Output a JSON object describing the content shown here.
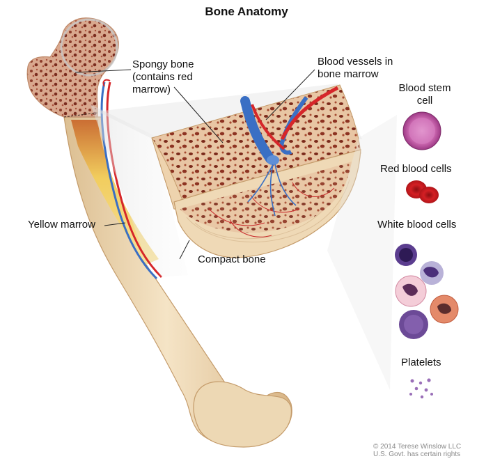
{
  "title": "Bone Anatomy",
  "labels": {
    "spongy_bone": [
      "Spongy bone",
      "(contains red",
      "marrow)"
    ],
    "blood_vessels": [
      "Blood vessels in",
      "bone marrow"
    ],
    "blood_stem_cell": [
      "Blood stem",
      "cell"
    ],
    "red_blood_cells": "Red blood cells",
    "white_blood_cells": "White blood cells",
    "platelets": "Platelets",
    "yellow_marrow": "Yellow marrow",
    "compact_bone": "Compact bone"
  },
  "credit": [
    "© 2014 Terese Winslow LLC",
    "U.S. Govt. has certain rights"
  ],
  "colors": {
    "bone": "#f0dcbc",
    "bone_shadow": "#d9b88a",
    "spongy": "#c99b80",
    "marrow_red": "#9b3b2a",
    "artery": "#d6262a",
    "vein": "#3a6fc4",
    "yellow_marrow": "#f2cd5a",
    "rbc": "#d41f24",
    "stem_cell": "#b24a96"
  }
}
